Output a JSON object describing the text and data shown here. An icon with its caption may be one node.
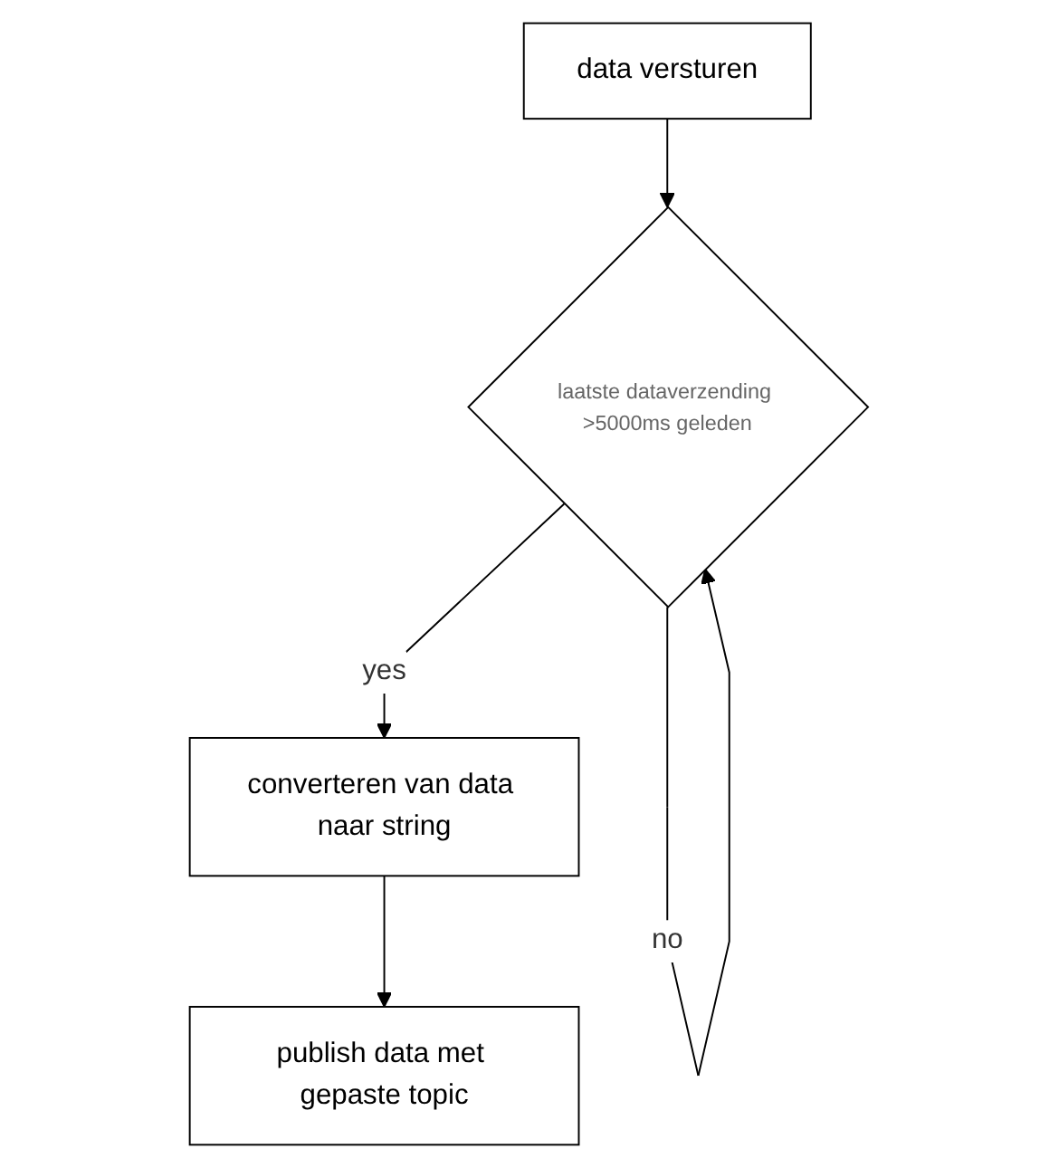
{
  "diagram": {
    "nodes": [
      {
        "text": [
          "data versturen"
        ]
      },
      {
        "text": [
          "laatste dataverzending >5000ms geleden"
        ]
      },
      {
        "text": [
          "converteren van data naar string"
        ]
      },
      {
        "text": [
          "publish data met gepaste topic"
        ]
      }
    ],
    "edges": [
      {
        "from": 0,
        "to": 1,
        "arrow": "to"
      },
      {
        "from": 1,
        "to": 2,
        "label": "yes",
        "arrow": "to"
      },
      {
        "from": 1,
        "to": 1,
        "label": "no",
        "arrow": "to"
      },
      {
        "from": 2,
        "to": 3,
        "arrow": "to"
      }
    ]
  }
}
